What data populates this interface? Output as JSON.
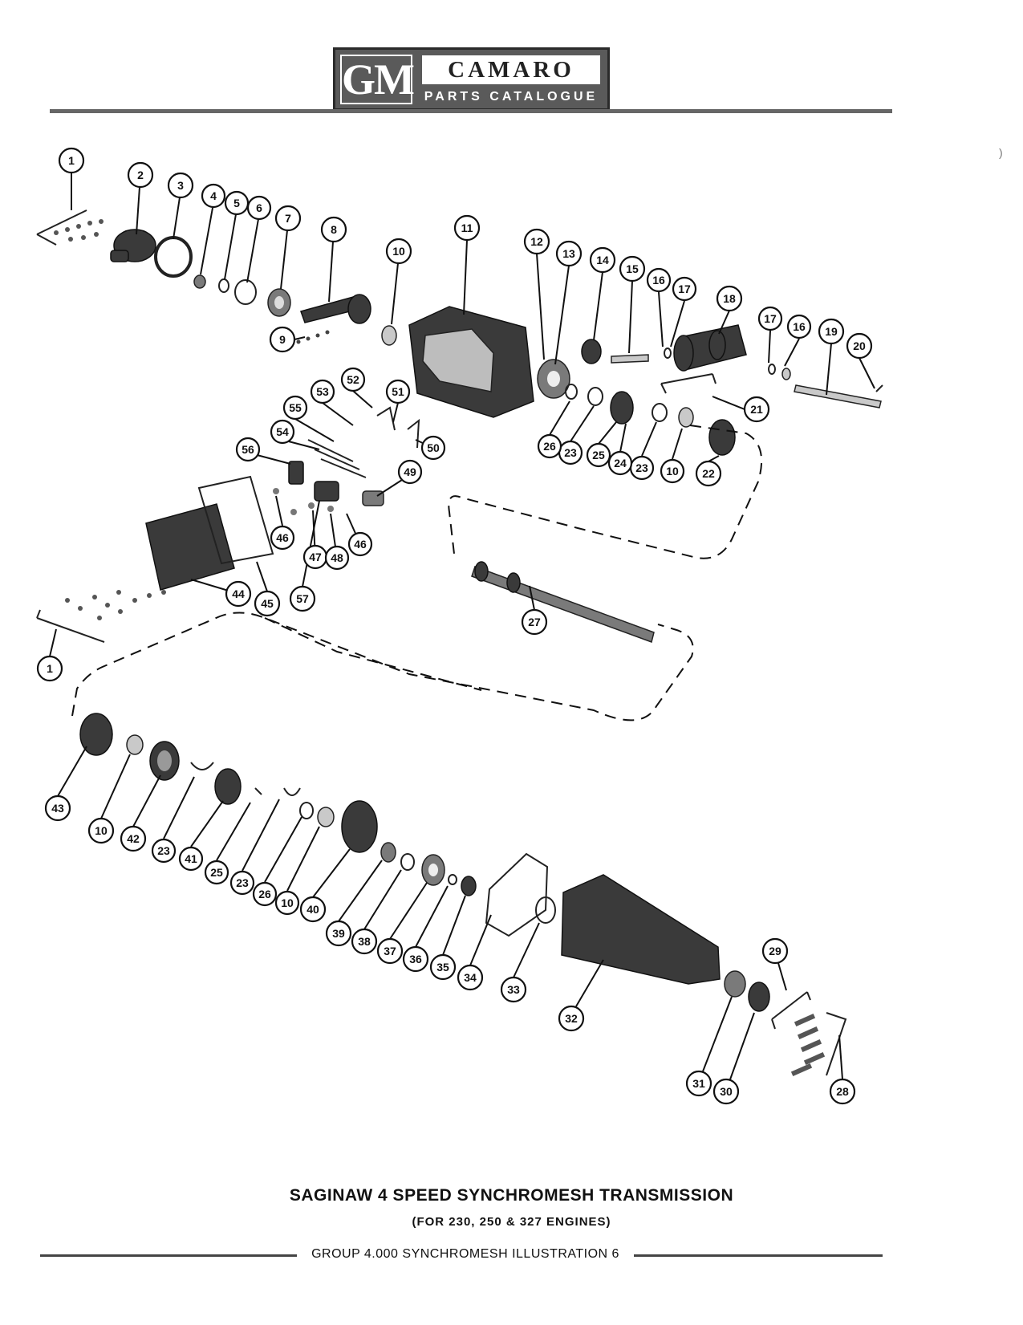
{
  "header": {
    "logo_gm": "GM",
    "logo_title": "CAMARO",
    "logo_subtitle": "PARTS CATALOGUE"
  },
  "stray_mark": ")",
  "callouts": [
    "1",
    "2",
    "3",
    "4",
    "5",
    "6",
    "7",
    "8",
    "9",
    "10",
    "11",
    "12",
    "13",
    "14",
    "15",
    "16",
    "17",
    "18",
    "17",
    "16",
    "19",
    "20",
    "21",
    "22",
    "10",
    "23",
    "24",
    "25",
    "23",
    "26",
    "52",
    "51",
    "53",
    "55",
    "50",
    "54",
    "56",
    "49",
    "46",
    "47",
    "48",
    "46",
    "57",
    "45",
    "44",
    "1",
    "27",
    "43",
    "10",
    "42",
    "23",
    "41",
    "25",
    "23",
    "26",
    "10",
    "40",
    "39",
    "38",
    "37",
    "36",
    "35",
    "34",
    "33",
    "32",
    "31",
    "30",
    "29",
    "28"
  ],
  "caption": {
    "title": "SAGINAW 4 SPEED SYNCHROMESH TRANSMISSION",
    "subtitle": "(FOR 230, 250 & 327 ENGINES)",
    "footer": "GROUP 4.000 SYNCHROMESH ILLUSTRATION 6"
  },
  "colors": {
    "logo_bg": "#5a5a5a",
    "ink": "#111111",
    "rule": "#666666"
  }
}
